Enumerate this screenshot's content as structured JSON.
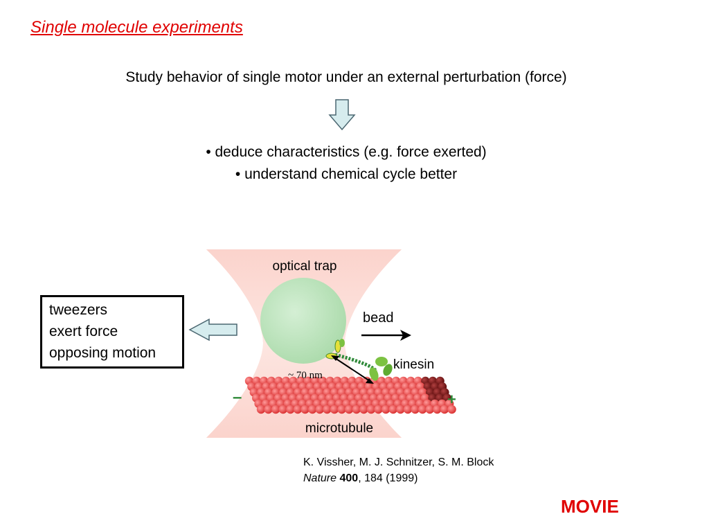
{
  "slide": {
    "title": "Single molecule experiments",
    "subtitle": "Study behavior of single motor under an external perturbation (force)",
    "bullets": [
      "• deduce characteristics (e.g. force exerted)",
      "• understand chemical cycle better"
    ],
    "tweezer_box": [
      "tweezers",
      "exert force",
      "opposing motion"
    ],
    "figure": {
      "optical_trap": "optical trap",
      "bead": "bead",
      "kinesin": "kinesin",
      "distance": "~ 70 nm",
      "microtubule": "microtubule",
      "minus": "–",
      "plus": "+"
    },
    "reference": {
      "authors": "K. Vissher, M. J. Schnitzer, S. M. Block",
      "journal": "Nature",
      "volume": "400",
      "pages": ", 184 (1999)"
    },
    "movie": "MOVIE"
  },
  "colors": {
    "title_red": "#e00000",
    "arrow_fill": "#d6ecee",
    "arrow_stroke": "#4a6670",
    "trap_pink": "#f8c8c0",
    "bead_green": "#bfe6bf",
    "microtubule_red": "#ee4a4a",
    "kinesin_green": "#7cc242"
  }
}
